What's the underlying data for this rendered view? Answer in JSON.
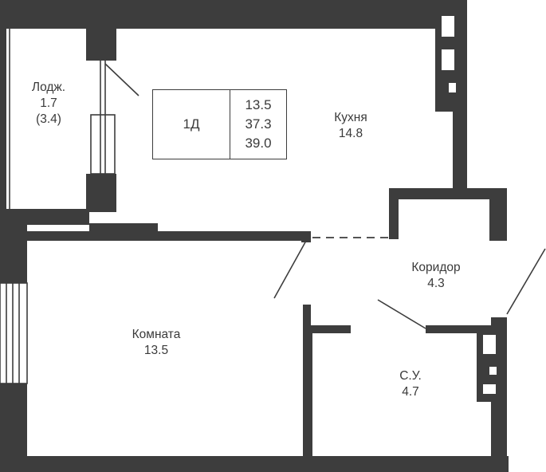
{
  "plan": {
    "apartment_type": "1Д",
    "areas": {
      "living": "13.5",
      "total": "37.3",
      "total_with_loggia": "39.0"
    }
  },
  "rooms": {
    "loggia": {
      "name": "Лодж.",
      "area": "1.7",
      "area_full": "(3.4)"
    },
    "kitchen": {
      "name": "Кухня",
      "area": "14.8"
    },
    "corridor": {
      "name": "Коридор",
      "area": "4.3"
    },
    "room": {
      "name": "Комната",
      "area": "13.5"
    },
    "bathroom": {
      "name": "С.У.",
      "area": "4.7"
    }
  },
  "colors": {
    "wall": "#3d3d3d",
    "background": "#ffffff",
    "text": "#3a3a3a"
  }
}
